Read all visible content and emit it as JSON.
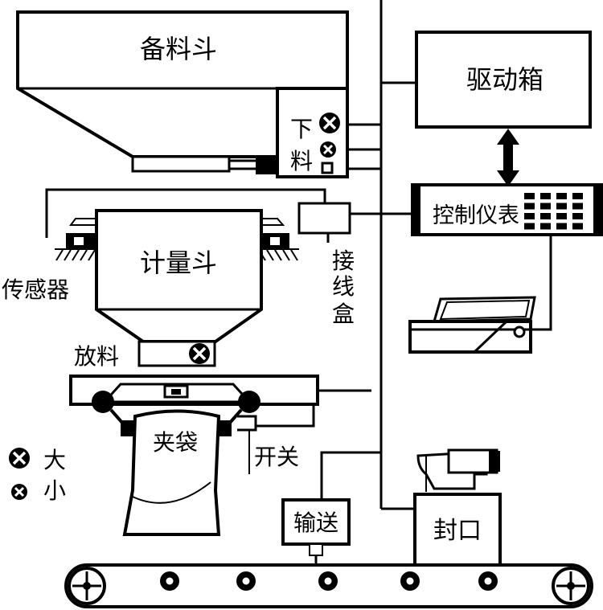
{
  "colors": {
    "ink": "#000000",
    "paper": "#ffffff"
  },
  "labels": {
    "hopper": "备料斗",
    "feed_1": "下",
    "feed_2": "料",
    "drive_box": "驱动箱",
    "controller": "控制仪表",
    "weigh_hopper": "计量斗",
    "sensor": "传感器",
    "junction_1": "接",
    "junction_2": "线",
    "junction_3": "盒",
    "discharge": "放料",
    "bag_clamp": "夹袋",
    "switch": "开关",
    "legend_big": "大",
    "legend_small": "小",
    "conveyor": "输送",
    "sealer": "封口"
  },
  "icons": {
    "valve": "valve-icon",
    "keypad": "keypad-icon",
    "printer": "printer-icon",
    "roller": "roller-icon"
  }
}
